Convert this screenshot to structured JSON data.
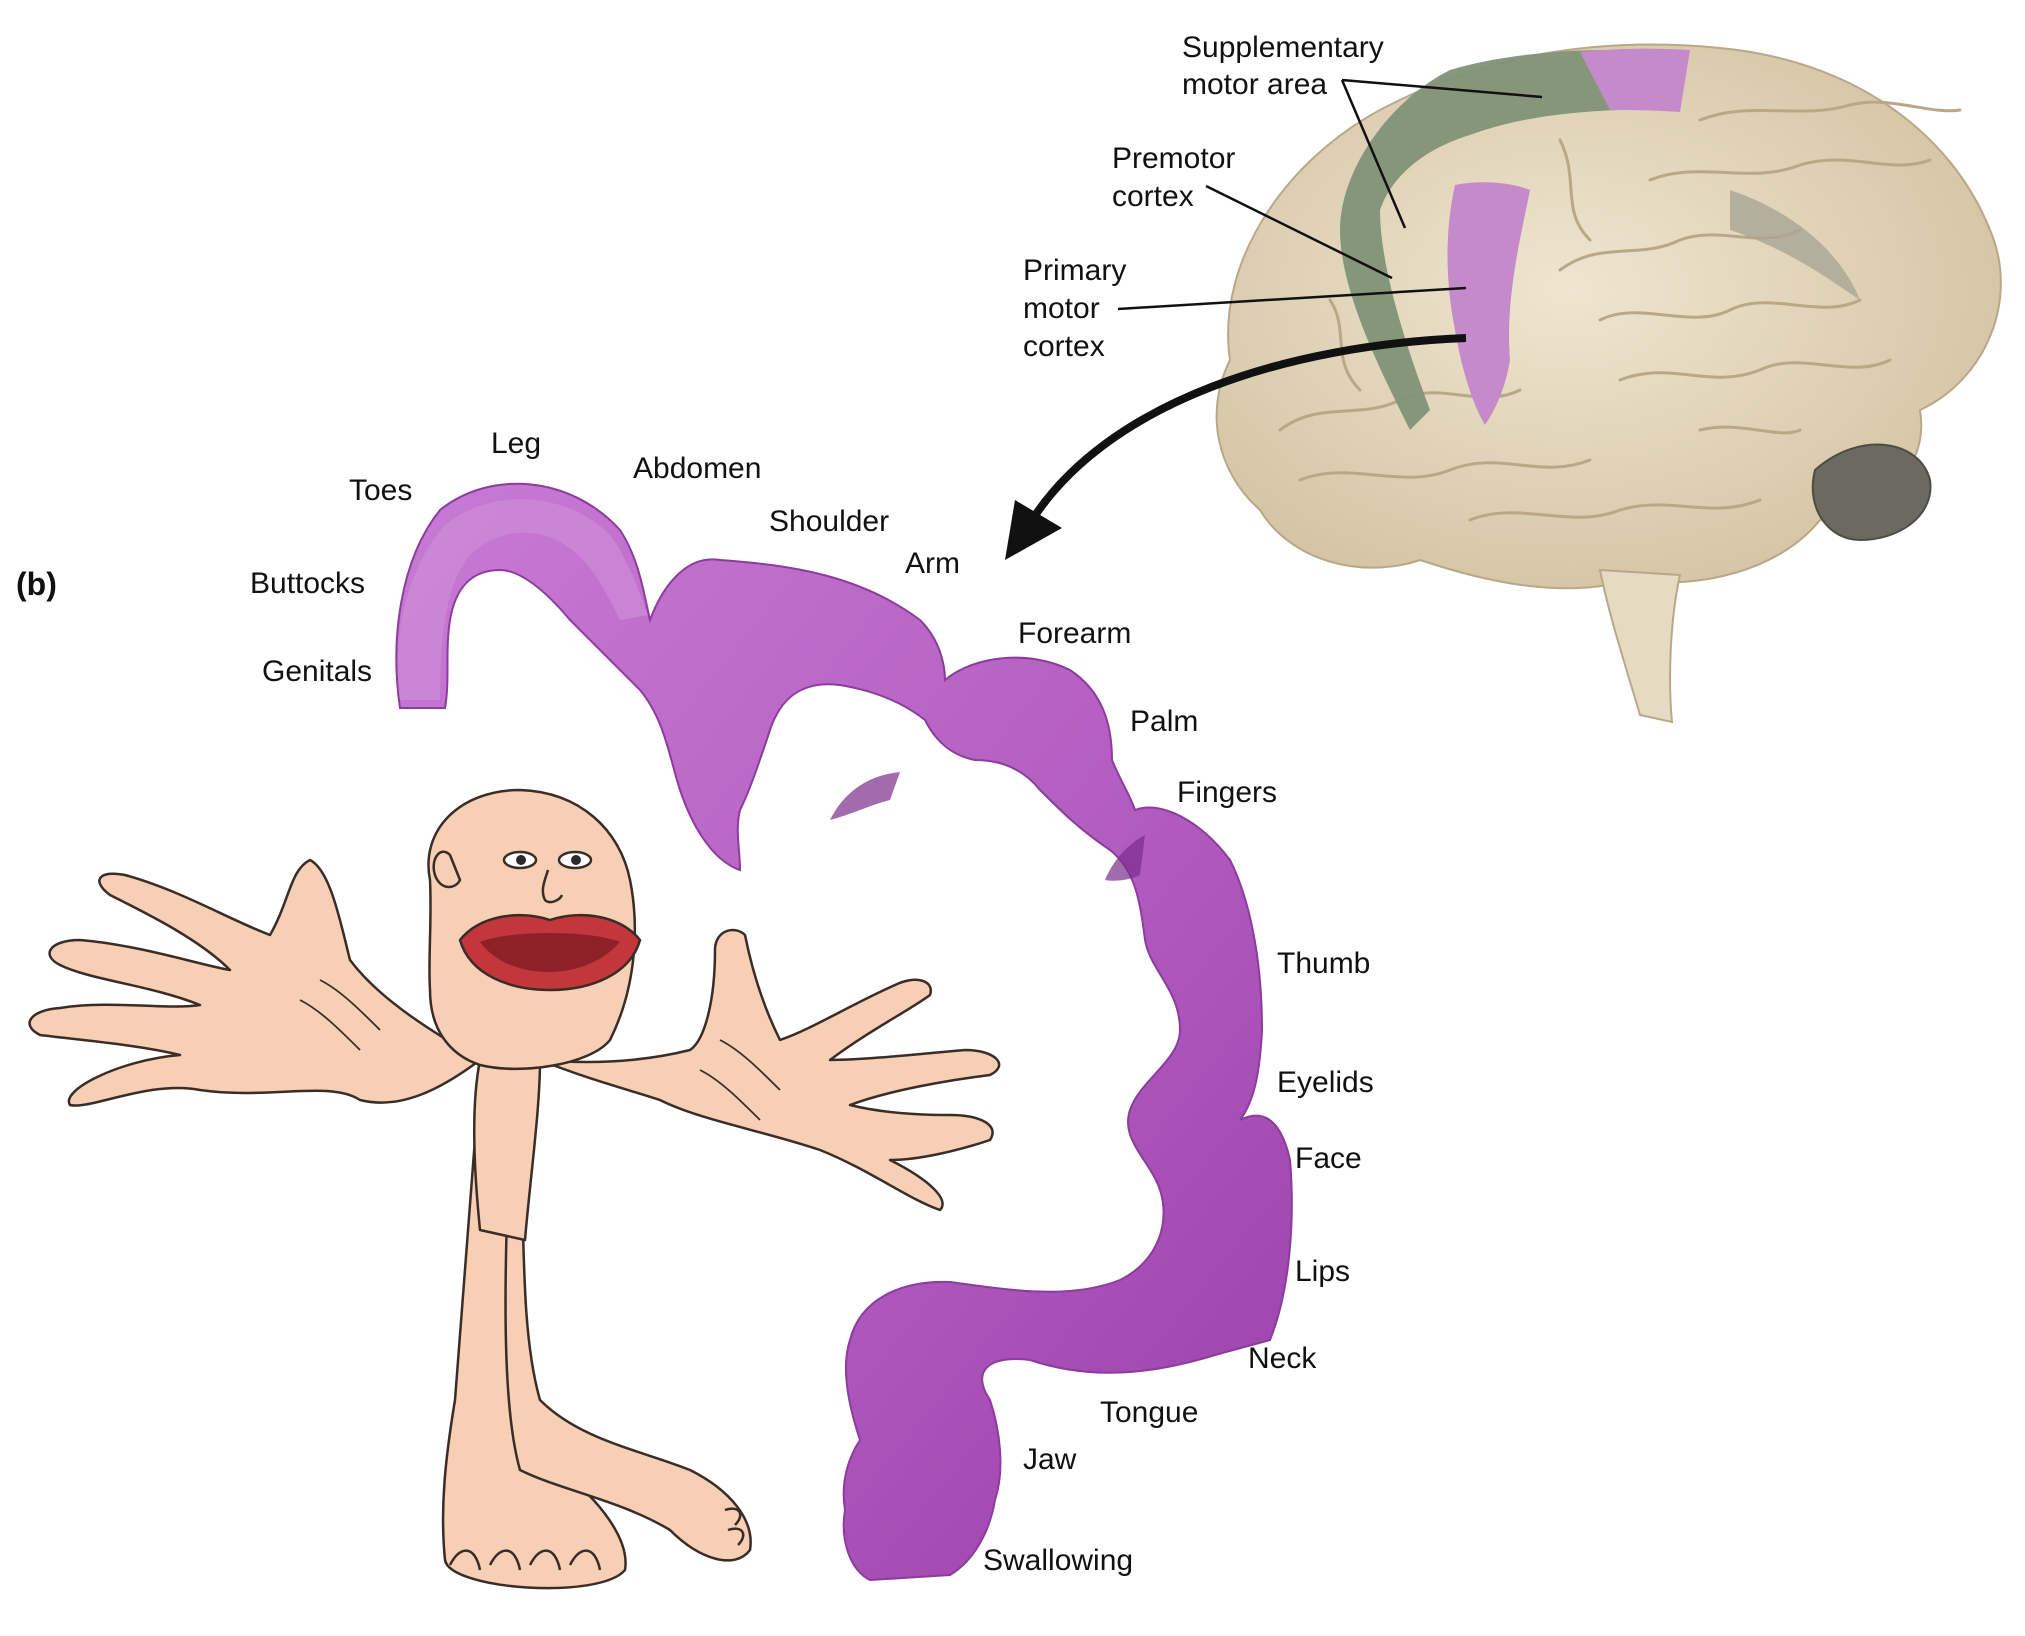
{
  "panel_label": "(b)",
  "brain_labels": {
    "supplementary_line1": "Supplementary",
    "supplementary_line2": "motor area",
    "premotor_line1": "Premotor",
    "premotor_line2": "cortex",
    "primary_line1": "Primary",
    "primary_line2": "motor",
    "primary_line3": "cortex"
  },
  "body_regions": [
    "Leg",
    "Toes",
    "Abdomen",
    "Shoulder",
    "Buttocks",
    "Arm",
    "Genitals",
    "Forearm",
    "Palm",
    "Fingers",
    "Thumb",
    "Eyelids",
    "Face",
    "Lips",
    "Neck",
    "Tongue",
    "Jaw",
    "Swallowing"
  ],
  "colors": {
    "motor_strip": "#b560c2",
    "premotor": "#7f9277",
    "brain_tissue": "#e3d6bc",
    "homunculus_skin": "#f6cfb4",
    "lips": "#c2363c"
  }
}
